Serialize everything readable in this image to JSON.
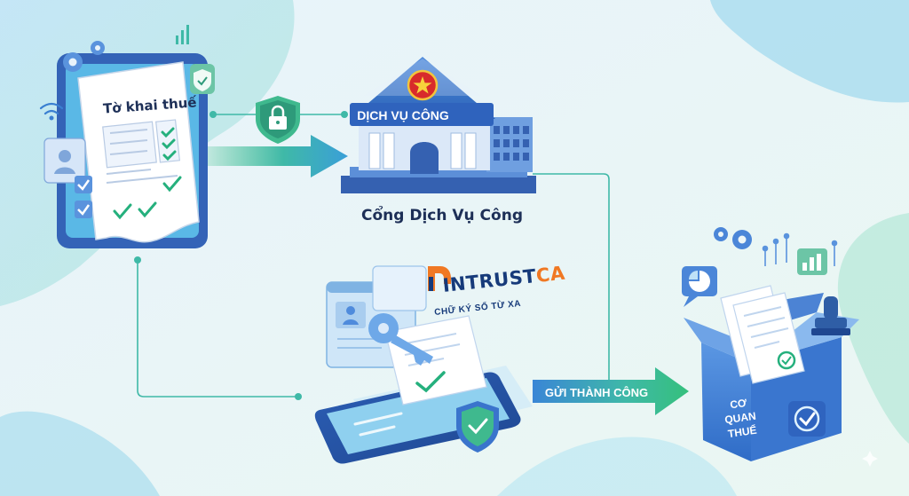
{
  "colors": {
    "primary_blue": "#3d7fd6",
    "accent_teal": "#3fb9a7",
    "success_green": "#22b07d",
    "brand_orange": "#f07823",
    "flag_red": "#d82b2b",
    "ink": "#1d2f57"
  },
  "tax_form": {
    "title": "Tờ khai thuế",
    "icons": [
      "gear-icon",
      "wifi-icon",
      "bar-chart-icon",
      "shield-check-icon",
      "id-card-icon",
      "checkbox-icon"
    ]
  },
  "portal": {
    "roof_label": "DỊCH VỤ CÔNG",
    "caption": "Cổng Dịch Vụ Công",
    "icons": [
      "padlock-shield-icon",
      "government-emblem-icon",
      "building-icon"
    ]
  },
  "signing": {
    "brand_prefix": "INTRUST",
    "brand_suffix": "CA",
    "tagline": "CHỮ KÝ SỐ TỪ XA",
    "icons": [
      "brand-logo-icon",
      "key-icon",
      "smartphone-icon",
      "document-icon",
      "shield-check-icon"
    ]
  },
  "submit_arrow": {
    "label": "GỬI THÀNH CÔNG"
  },
  "tax_authority": {
    "label": "CƠ QUAN THUẾ",
    "icons": [
      "box-icon",
      "document-stack-icon",
      "stamp-icon",
      "pie-chart-icon",
      "bar-chart-icon",
      "gear-icon"
    ]
  }
}
